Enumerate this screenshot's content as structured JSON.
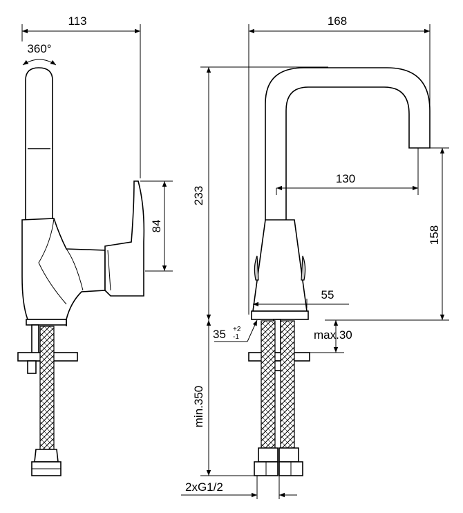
{
  "dimensions": {
    "left_width": "113",
    "rotation": "360°",
    "handle_height": "84",
    "total_width": "168",
    "total_height": "233",
    "spout_reach": "130",
    "spout_height": "158",
    "base_diameter": "55",
    "hole_diameter": "35",
    "hole_tol_plus": "+2",
    "hole_tol_minus": "-1",
    "max_thickness": "max.30",
    "hose_length": "min.350",
    "connection": "2xG1/2"
  }
}
